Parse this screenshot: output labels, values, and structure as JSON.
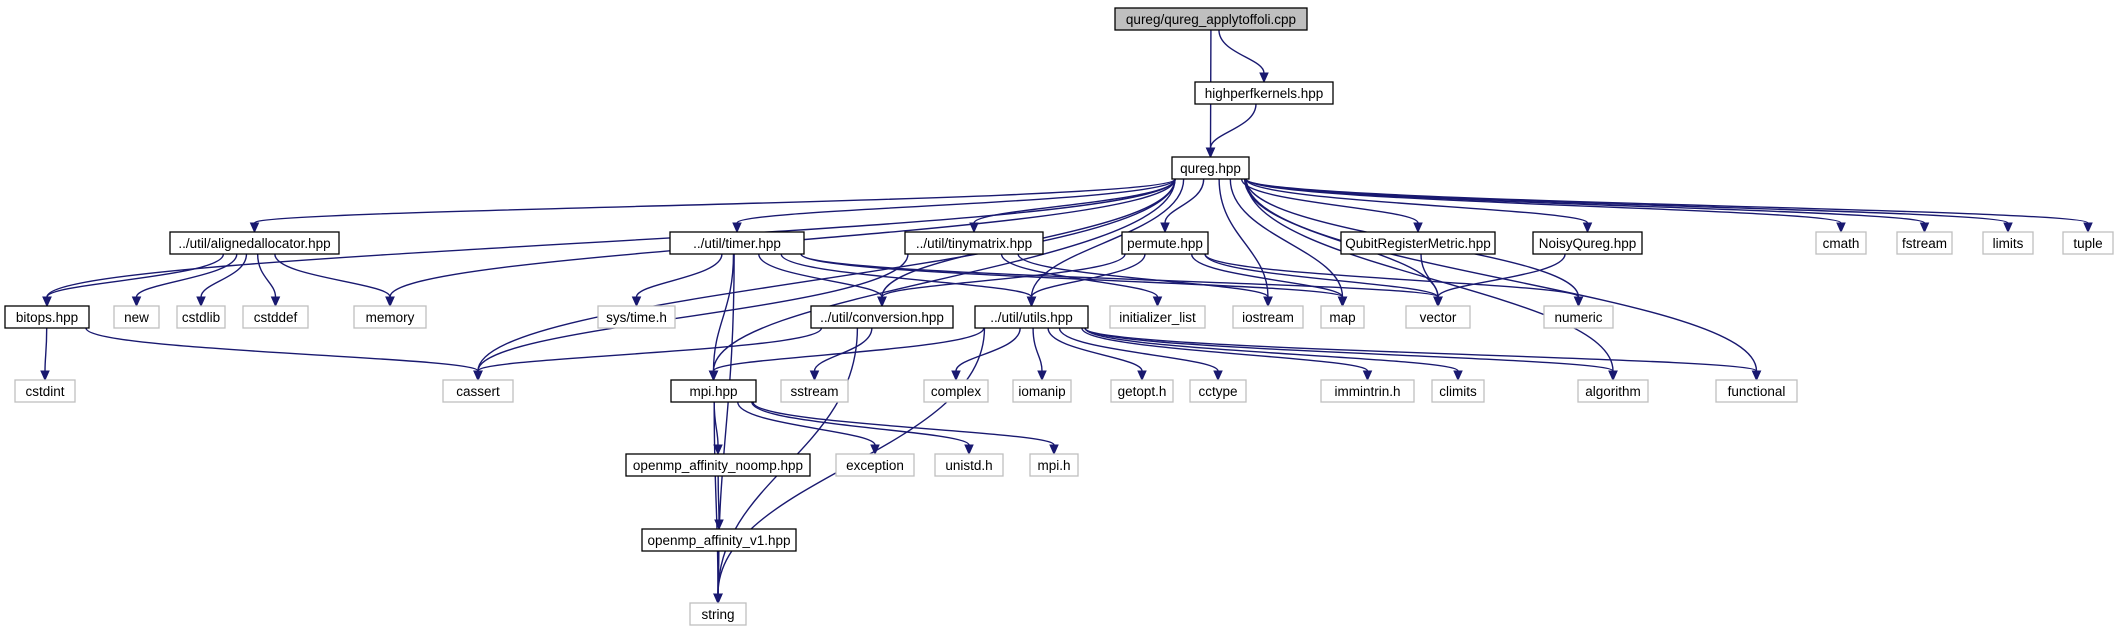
{
  "diagram": {
    "type": "include-dependency-graph",
    "colors": {
      "edge": "#191970",
      "root_fill": "#bfbfbf",
      "local_border": "#000000",
      "external_border": "#bfbfbf"
    },
    "nodes": [
      {
        "id": "root",
        "label": "qureg/qureg_applytoffoli.cpp",
        "kind": "root"
      },
      {
        "id": "hpk",
        "label": "highperfkernels.hpp",
        "kind": "local"
      },
      {
        "id": "qureg",
        "label": "qureg.hpp",
        "kind": "local"
      },
      {
        "id": "aligned",
        "label": "../util/alignedallocator.hpp",
        "kind": "local"
      },
      {
        "id": "timer",
        "label": "../util/timer.hpp",
        "kind": "local"
      },
      {
        "id": "tiny",
        "label": "../util/tinymatrix.hpp",
        "kind": "local"
      },
      {
        "id": "permute",
        "label": "permute.hpp",
        "kind": "local"
      },
      {
        "id": "qrm",
        "label": "QubitRegisterMetric.hpp",
        "kind": "local"
      },
      {
        "id": "noisy",
        "label": "NoisyQureg.hpp",
        "kind": "local"
      },
      {
        "id": "cmath",
        "label": "cmath",
        "kind": "external"
      },
      {
        "id": "fstream",
        "label": "fstream",
        "kind": "external"
      },
      {
        "id": "limits",
        "label": "limits",
        "kind": "external"
      },
      {
        "id": "tuple",
        "label": "tuple",
        "kind": "external"
      },
      {
        "id": "bitops",
        "label": "bitops.hpp",
        "kind": "local"
      },
      {
        "id": "new",
        "label": "new",
        "kind": "external"
      },
      {
        "id": "cstdlib",
        "label": "cstdlib",
        "kind": "external"
      },
      {
        "id": "cstddef",
        "label": "cstddef",
        "kind": "external"
      },
      {
        "id": "memory",
        "label": "memory",
        "kind": "external"
      },
      {
        "id": "systime",
        "label": "sys/time.h",
        "kind": "external"
      },
      {
        "id": "conv",
        "label": "../util/conversion.hpp",
        "kind": "local"
      },
      {
        "id": "utils",
        "label": "../util/utils.hpp",
        "kind": "local"
      },
      {
        "id": "initlist",
        "label": "initializer_list",
        "kind": "external"
      },
      {
        "id": "iostream",
        "label": "iostream",
        "kind": "external"
      },
      {
        "id": "map",
        "label": "map",
        "kind": "external"
      },
      {
        "id": "vector",
        "label": "vector",
        "kind": "external"
      },
      {
        "id": "numeric",
        "label": "numeric",
        "kind": "external"
      },
      {
        "id": "cstdint",
        "label": "cstdint",
        "kind": "external"
      },
      {
        "id": "cassert",
        "label": "cassert",
        "kind": "external"
      },
      {
        "id": "mpi",
        "label": "mpi.hpp",
        "kind": "local"
      },
      {
        "id": "sstream",
        "label": "sstream",
        "kind": "external"
      },
      {
        "id": "complex",
        "label": "complex",
        "kind": "external"
      },
      {
        "id": "iomanip",
        "label": "iomanip",
        "kind": "external"
      },
      {
        "id": "getopt",
        "label": "getopt.h",
        "kind": "external"
      },
      {
        "id": "cctype",
        "label": "cctype",
        "kind": "external"
      },
      {
        "id": "immintrin",
        "label": "immintrin.h",
        "kind": "external"
      },
      {
        "id": "climits",
        "label": "climits",
        "kind": "external"
      },
      {
        "id": "algorithm",
        "label": "algorithm",
        "kind": "external"
      },
      {
        "id": "functional",
        "label": "functional",
        "kind": "external"
      },
      {
        "id": "ompnoomp",
        "label": "openmp_affinity_noomp.hpp",
        "kind": "local"
      },
      {
        "id": "exception",
        "label": "exception",
        "kind": "external"
      },
      {
        "id": "unistd",
        "label": "unistd.h",
        "kind": "external"
      },
      {
        "id": "mpih",
        "label": "mpi.h",
        "kind": "external"
      },
      {
        "id": "ompv1",
        "label": "openmp_affinity_v1.hpp",
        "kind": "local"
      },
      {
        "id": "string",
        "label": "string",
        "kind": "external"
      }
    ],
    "edges": [
      [
        "root",
        "hpk"
      ],
      [
        "root",
        "qureg"
      ],
      [
        "hpk",
        "qureg"
      ],
      [
        "qureg",
        "bitops"
      ],
      [
        "qureg",
        "aligned"
      ],
      [
        "qureg",
        "memory"
      ],
      [
        "qureg",
        "cassert"
      ],
      [
        "qureg",
        "mpi"
      ],
      [
        "qureg",
        "timer"
      ],
      [
        "qureg",
        "conv"
      ],
      [
        "qureg",
        "utils"
      ],
      [
        "qureg",
        "tiny"
      ],
      [
        "qureg",
        "iostream"
      ],
      [
        "qureg",
        "permute"
      ],
      [
        "qureg",
        "map"
      ],
      [
        "qureg",
        "vector"
      ],
      [
        "qureg",
        "qrm"
      ],
      [
        "qureg",
        "noisy"
      ],
      [
        "qureg",
        "numeric"
      ],
      [
        "qureg",
        "algorithm"
      ],
      [
        "qureg",
        "functional"
      ],
      [
        "qureg",
        "cmath"
      ],
      [
        "qureg",
        "fstream"
      ],
      [
        "qureg",
        "limits"
      ],
      [
        "qureg",
        "tuple"
      ],
      [
        "aligned",
        "bitops"
      ],
      [
        "aligned",
        "new"
      ],
      [
        "aligned",
        "cstdlib"
      ],
      [
        "aligned",
        "cstddef"
      ],
      [
        "aligned",
        "memory"
      ],
      [
        "bitops",
        "cstdint"
      ],
      [
        "bitops",
        "cassert"
      ],
      [
        "timer",
        "string"
      ],
      [
        "timer",
        "systime"
      ],
      [
        "timer",
        "mpi"
      ],
      [
        "timer",
        "conv"
      ],
      [
        "timer",
        "utils"
      ],
      [
        "timer",
        "map"
      ],
      [
        "timer",
        "vector"
      ],
      [
        "tiny",
        "cassert"
      ],
      [
        "tiny",
        "initlist"
      ],
      [
        "tiny",
        "iostream"
      ],
      [
        "permute",
        "conv"
      ],
      [
        "permute",
        "utils"
      ],
      [
        "permute",
        "map"
      ],
      [
        "permute",
        "vector"
      ],
      [
        "permute",
        "numeric"
      ],
      [
        "qrm",
        "vector"
      ],
      [
        "noisy",
        "vector"
      ],
      [
        "conv",
        "cassert"
      ],
      [
        "conv",
        "sstream"
      ],
      [
        "conv",
        "string"
      ],
      [
        "utils",
        "mpi"
      ],
      [
        "utils",
        "complex"
      ],
      [
        "utils",
        "iomanip"
      ],
      [
        "utils",
        "getopt"
      ],
      [
        "utils",
        "cctype"
      ],
      [
        "utils",
        "immintrin"
      ],
      [
        "utils",
        "climits"
      ],
      [
        "utils",
        "algorithm"
      ],
      [
        "utils",
        "functional"
      ],
      [
        "utils",
        "string"
      ],
      [
        "mpi",
        "ompnoomp"
      ],
      [
        "mpi",
        "exception"
      ],
      [
        "mpi",
        "unistd"
      ],
      [
        "mpi",
        "mpih"
      ],
      [
        "mpi",
        "string"
      ],
      [
        "ompnoomp",
        "ompv1"
      ],
      [
        "ompv1",
        "string"
      ]
    ]
  }
}
